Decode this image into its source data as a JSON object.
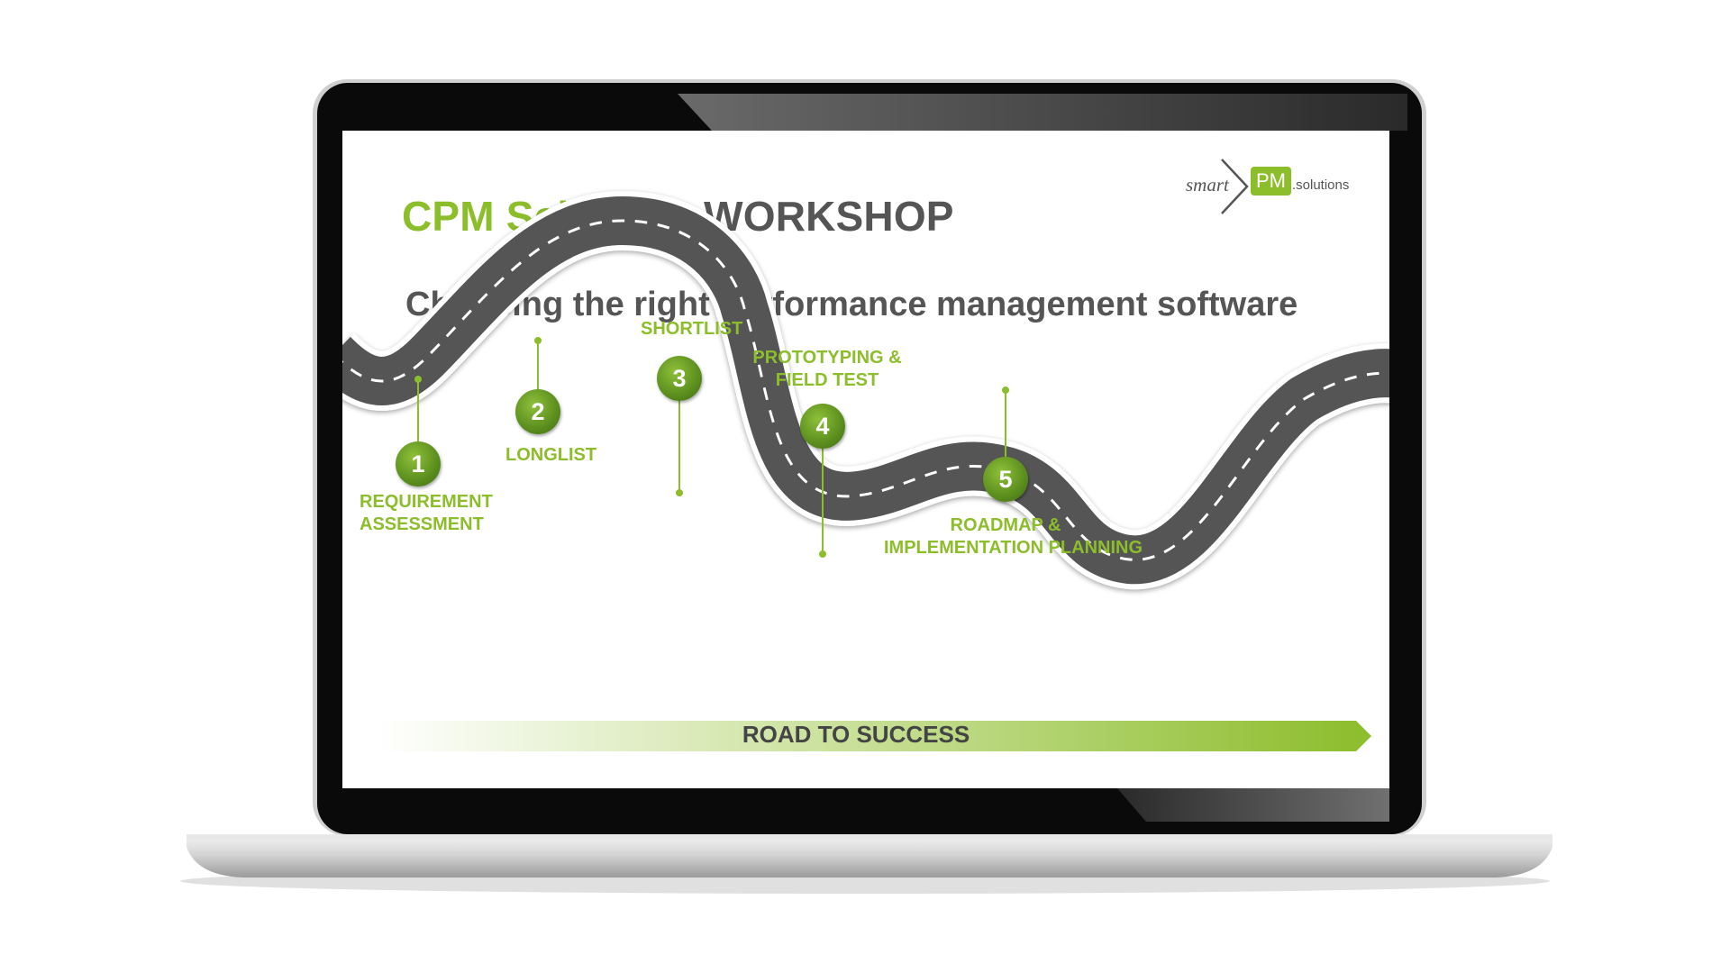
{
  "slide": {
    "title_accent": "CPM Selection",
    "title_main": "WORKSHOP",
    "subtitle": "Choosing the right performance management software"
  },
  "logo": {
    "smart": "smart",
    "pm": "PM",
    "solutions": ".solutions"
  },
  "steps": [
    {
      "number": "1",
      "label_line1": "REQUIREMENT",
      "label_line2": "ASSESSMENT"
    },
    {
      "number": "2",
      "label_line1": "LONGLIST",
      "label_line2": ""
    },
    {
      "number": "3",
      "label_line1": "SHORTLIST",
      "label_line2": ""
    },
    {
      "number": "4",
      "label_line1": "PROTOTYPING &",
      "label_line2": "FIELD TEST"
    },
    {
      "number": "5",
      "label_line1": "ROADMAP &",
      "label_line2": "IMPLEMENTATION PLANNING"
    }
  ],
  "banner": {
    "text": "ROAD TO SUCCESS"
  },
  "colors": {
    "accent_green": "#8cbd2b",
    "title_gray": "#555555",
    "road_gray": "#555555"
  }
}
